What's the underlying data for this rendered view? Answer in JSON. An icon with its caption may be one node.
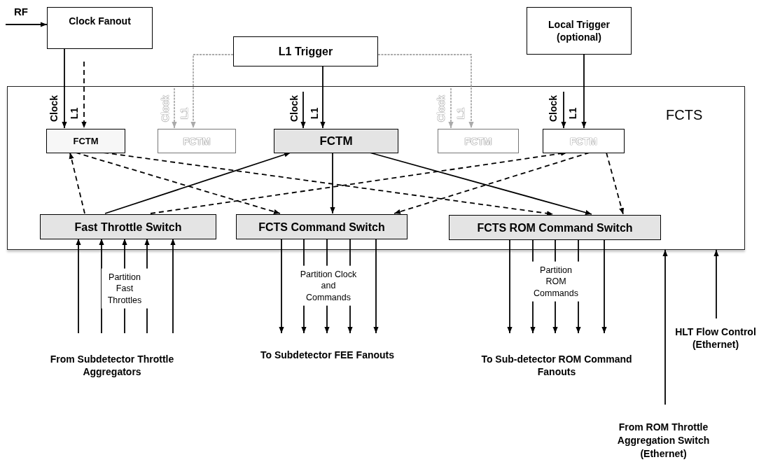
{
  "diagram": {
    "nodes": [
      {
        "text": [
          "Clock Fanout"
        ]
      },
      {
        "text": [
          "L1 Trigger"
        ]
      },
      {
        "text": [
          "Local Trigger (optional)"
        ]
      },
      {
        "text": [
          "FCTS"
        ]
      },
      {
        "text": [
          "FCTM"
        ],
        "in": 3
      },
      {
        "text": [
          "FCTM"
        ],
        "in": 3
      },
      {
        "text": [
          "FCTM"
        ],
        "in": 3
      },
      {
        "text": [
          "FCTM"
        ],
        "in": 3
      },
      {
        "text": [
          "FCTM"
        ],
        "in": 3
      },
      {
        "text": [
          "Fast Throttle Switch"
        ],
        "in": 3
      },
      {
        "text": [
          "FCTS Command Switch"
        ],
        "in": 3
      },
      {
        "text": [
          "FCTS ROM Command Switch"
        ],
        "in": 3
      },
      {
        "text": [
          "From Subdetector Throttle Aggregators"
        ]
      },
      {
        "text": [
          "To Subdetector FEE Fanouts"
        ]
      },
      {
        "text": [
          "To Sub-detector ROM Command Fanouts"
        ]
      },
      {
        "text": [
          "From ROM Throttle Aggregation Switch (Ethernet)"
        ]
      },
      {
        "text": [
          "HLT Flow Control (Ethernet)"
        ]
      }
    ],
    "edges": [
      {
        "from": null,
        "to": 0,
        "arrow": "to",
        "label": "RF"
      },
      {
        "from": 0,
        "to": 4,
        "arrow": "to"
      },
      {
        "from": null,
        "to": 4,
        "arrow": "to",
        "style": "dashed"
      },
      {
        "from": null,
        "to": 5,
        "arrow": "to",
        "style": "dashed",
        "color": "#aaaaaa"
      },
      {
        "from": 1,
        "to": 5,
        "arrow": "to",
        "style": "dashed",
        "color": "#aaaaaa"
      },
      {
        "from": null,
        "to": 6,
        "arrow": "to"
      },
      {
        "from": 1,
        "to": 6,
        "arrow": "to"
      },
      {
        "from": null,
        "to": 7,
        "arrow": "to",
        "style": "dashed",
        "color": "#aaaaaa"
      },
      {
        "from": 1,
        "to": 7,
        "arrow": "to",
        "style": "dashed",
        "color": "#aaaaaa"
      },
      {
        "from": null,
        "to": 8,
        "arrow": "to"
      },
      {
        "from": 2,
        "to": 8,
        "arrow": "to"
      },
      {
        "from": 9,
        "to": 4,
        "arrow": "to",
        "style": "dashed"
      },
      {
        "from": 9,
        "to": 6,
        "arrow": "to"
      },
      {
        "from": 9,
        "to": 8,
        "arrow": "to",
        "style": "dashed"
      },
      {
        "from": 4,
        "to": 10,
        "arrow": "to",
        "style": "dashed"
      },
      {
        "from": 4,
        "to": 11,
        "arrow": "to",
        "style": "dashed"
      },
      {
        "from": 6,
        "to": 10,
        "arrow": "to"
      },
      {
        "from": 6,
        "to": 11,
        "arrow": "to"
      },
      {
        "from": 8,
        "to": 10,
        "arrow": "to",
        "style": "dashed"
      },
      {
        "from": 8,
        "to": 11,
        "arrow": "to",
        "style": "dashed"
      },
      {
        "from": 12,
        "to": 9,
        "arrow": "to"
      },
      {
        "from": 12,
        "to": 9,
        "arrow": "to"
      },
      {
        "from": 12,
        "to": 9,
        "arrow": "to"
      },
      {
        "from": 12,
        "to": 9,
        "arrow": "to"
      },
      {
        "from": 12,
        "to": 9,
        "arrow": "to"
      },
      {
        "from": 10,
        "to": 13,
        "arrow": "to"
      },
      {
        "from": 10,
        "to": 13,
        "arrow": "to"
      },
      {
        "from": 10,
        "to": 13,
        "arrow": "to"
      },
      {
        "from": 10,
        "to": 13,
        "arrow": "to"
      },
      {
        "from": 10,
        "to": 13,
        "arrow": "to"
      },
      {
        "from": 11,
        "to": 14,
        "arrow": "to"
      },
      {
        "from": 11,
        "to": 14,
        "arrow": "to"
      },
      {
        "from": 11,
        "to": 14,
        "arrow": "to"
      },
      {
        "from": 11,
        "to": 14,
        "arrow": "to"
      },
      {
        "from": 11,
        "to": 14,
        "arrow": "to"
      },
      {
        "from": 15,
        "to": 3,
        "arrow": "to"
      },
      {
        "from": 16,
        "to": 3,
        "arrow": "to"
      }
    ],
    "labels": [
      "Clock",
      "L1",
      "Clock",
      "L1",
      "Clock",
      "L1",
      "Clock",
      "L1",
      "Clock",
      "L1",
      "Partition Fast Throttles",
      "Partition Clock and Commands",
      "Partition ROM Commands"
    ]
  }
}
